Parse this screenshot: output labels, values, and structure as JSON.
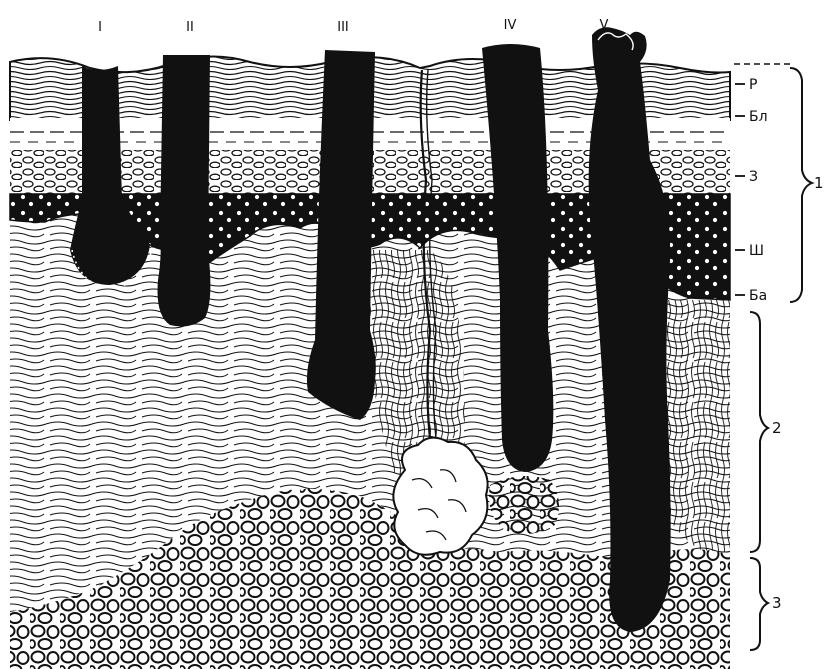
{
  "stage_labels": [
    "I",
    "II",
    "III",
    "IV",
    "V"
  ],
  "layer_labels": [
    "Р",
    "Бл",
    "З",
    "Ш",
    "Ба"
  ],
  "bracket_labels": [
    "1",
    "2",
    "3"
  ],
  "colors": {
    "ink": "#111111",
    "paper": "#ffffff"
  }
}
